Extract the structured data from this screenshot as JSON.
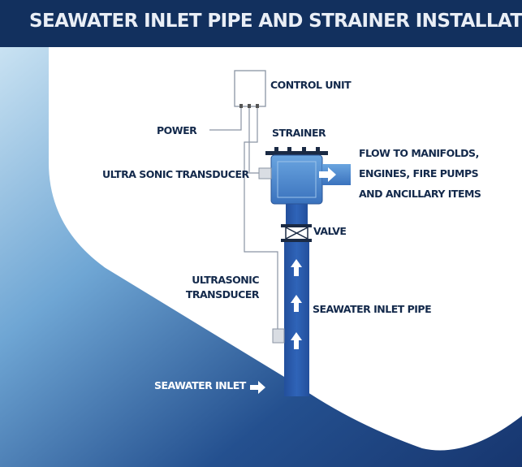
{
  "title": "SEAWATER INLET PIPE AND STRAINER INSTALLATION",
  "labels": {
    "control_unit": "CONTROL UNIT",
    "power": "POWER",
    "strainer": "STRAINER",
    "ultrasonic_transducer_top": "ULTRA SONIC TRANSDUCER",
    "flow_line1": "FLOW TO MANIFOLDS,",
    "flow_line2": "ENGINES, FIRE PUMPS",
    "flow_line3": "AND ANCILLARY ITEMS",
    "valve": "VALVE",
    "ultrasonic_transducer_line1": "ULTRASONIC",
    "ultrasonic_transducer_line2": "TRANSDUCER",
    "seawater_inlet_pipe": "SEAWATER INLET PIPE",
    "seawater_inlet": "SEAWATER INLET"
  },
  "colors": {
    "title_bar": "#12305e",
    "sea_dark": "#1a3a78",
    "sea_light": "#a9cfe8",
    "pipe": "#2a5cb0",
    "strainer_body": "#4a86cf",
    "hull_white": "#ffffff",
    "label_text": "#13294b",
    "line_gray": "#8a94a3"
  },
  "icons": {
    "flow_arrows": "arrow-up-icon",
    "outlet_arrow": "arrow-right-icon",
    "inlet_arrow": "arrow-right-icon",
    "valve": "valve-bowtie-icon"
  }
}
